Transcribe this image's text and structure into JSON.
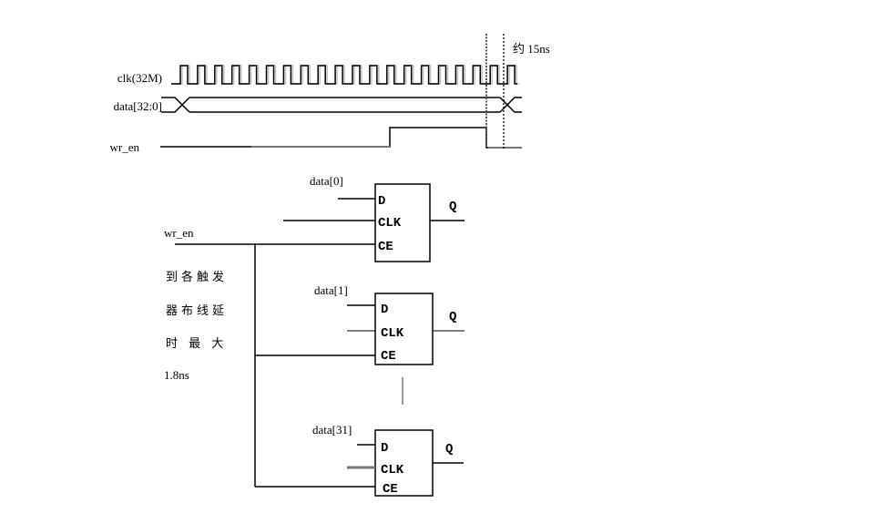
{
  "timing": {
    "signals": [
      {
        "name": "clk(32M)"
      },
      {
        "name": "data[32:0]"
      },
      {
        "name": "wr_en"
      }
    ],
    "annotation": "约 15ns"
  },
  "circuit": {
    "enable_net": "wr_en",
    "flipflops": [
      {
        "input": "data[0]",
        "pins": [
          "D",
          "CLK",
          "CE"
        ],
        "output": "Q"
      },
      {
        "input": "data[1]",
        "pins": [
          "D",
          "CLK",
          "CE"
        ],
        "output": "Q"
      },
      {
        "input": "data[31]",
        "pins": [
          "D",
          "CLK",
          "CE"
        ],
        "output": "Q"
      }
    ],
    "note_lines": [
      "到各触发",
      "器布线延",
      "时 最 大",
      "1.8ns"
    ]
  }
}
